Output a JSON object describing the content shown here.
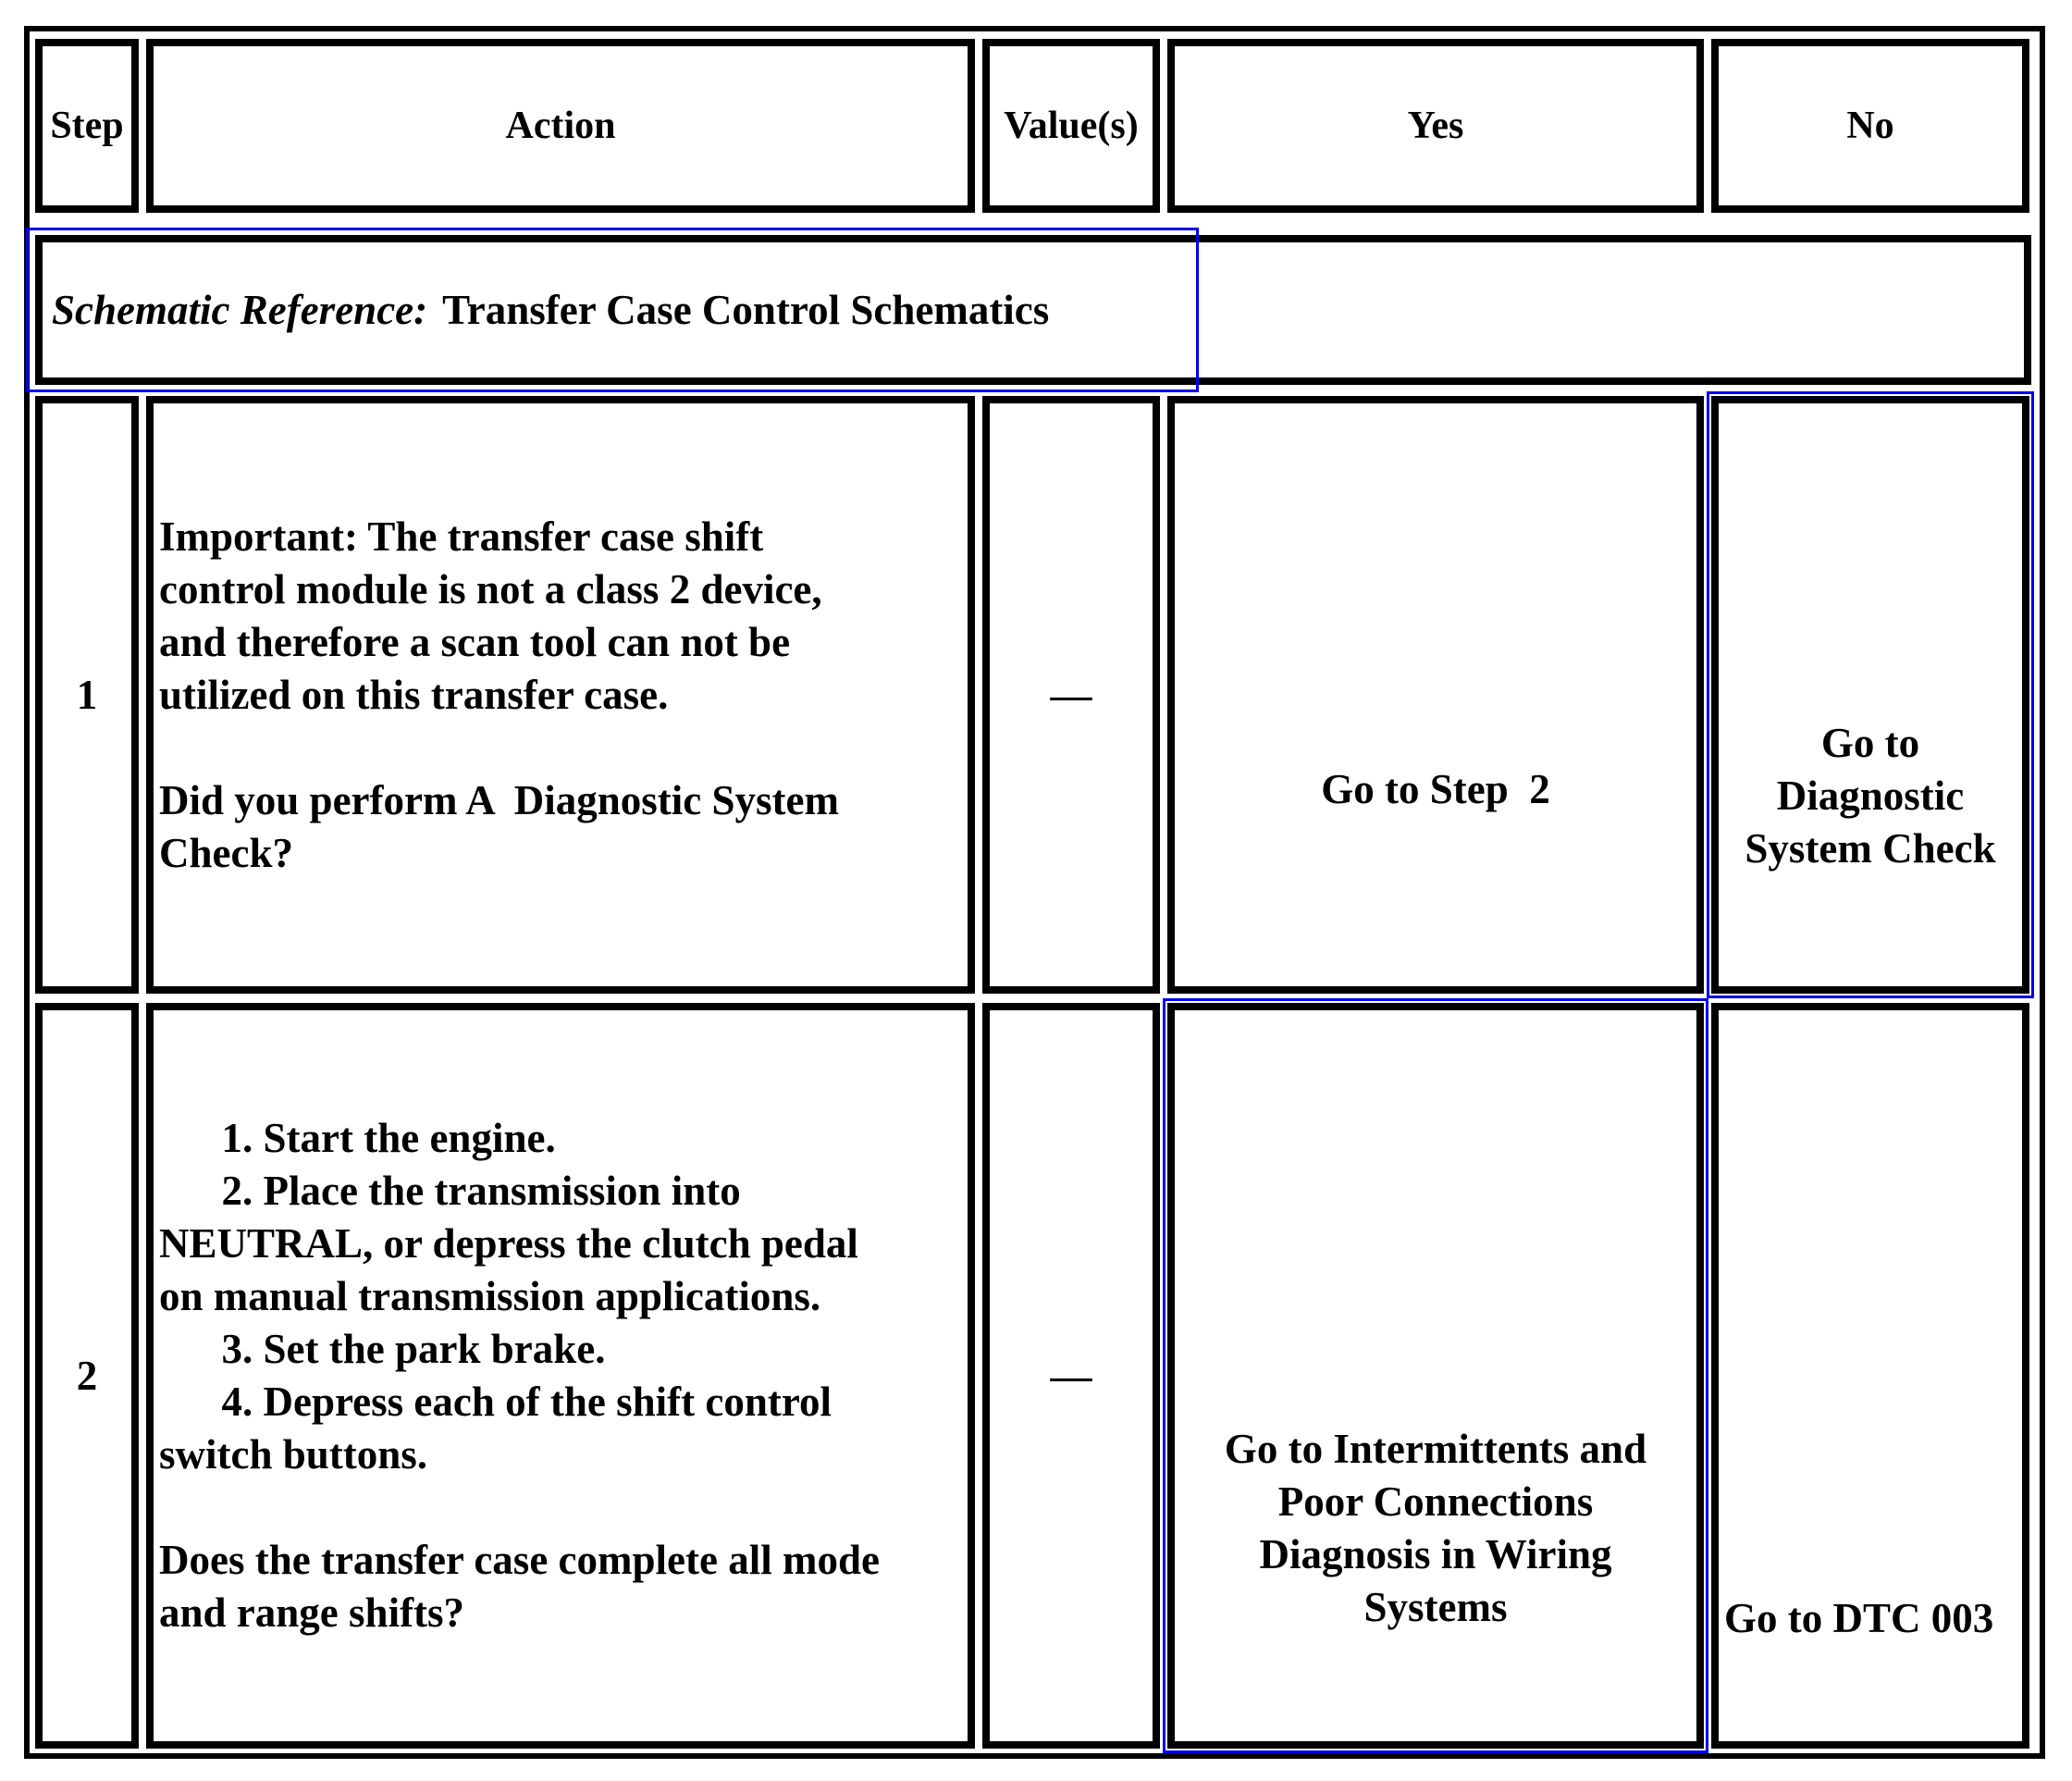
{
  "page": {
    "background": "#ffffff",
    "border_color": "#000000",
    "link_color": "#0000ee"
  },
  "table": {
    "headers": {
      "step": "Step",
      "action": "Action",
      "values": "Value(s)",
      "yes": "Yes",
      "no": "No"
    },
    "schematic": {
      "label": "Schematic Reference:",
      "value": "Transfer Case Control Schematics"
    },
    "rows": [
      {
        "step": "1",
        "action": "Important: The transfer case shift\ncontrol module is not a class 2 device,\nand therefore a scan tool can not be\nutilized on this transfer case.\n\nDid you perform A  Diagnostic System\nCheck?",
        "value": "—",
        "yes": "Go to Step  2",
        "no": "Go to\nDiagnostic\nSystem Check"
      },
      {
        "step": "2",
        "action": "      1. Start the engine.\n      2. Place the transmission into\nNEUTRAL, or depress the clutch pedal\non manual transmission applications.\n      3. Set the park brake.\n      4. Depress each of the shift control\nswitch buttons.\n\nDoes the transfer case complete all mode\nand range shifts?",
        "value": "—",
        "yes": "Go to Intermittents and\nPoor Connections\nDiagnosis in Wiring\nSystems",
        "no": "Go to DTC 003"
      }
    ]
  }
}
